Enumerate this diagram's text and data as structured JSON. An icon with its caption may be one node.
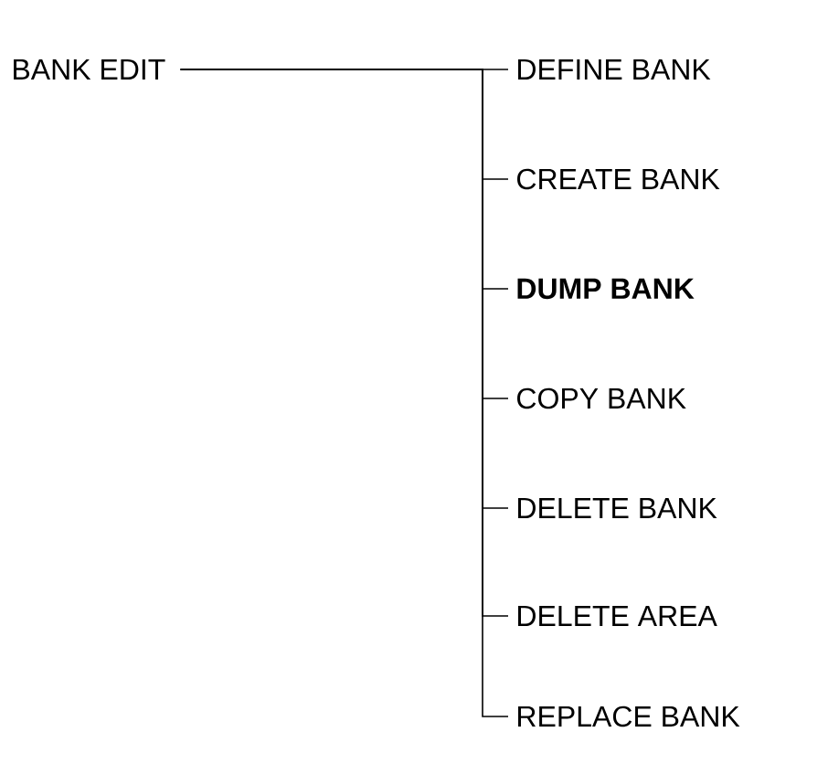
{
  "diagram": {
    "nodes": [
      {
        "text": [
          "BANK EDIT"
        ]
      },
      {
        "text": [
          "DEFINE BANK"
        ]
      },
      {
        "text": [
          "CREATE BANK"
        ]
      },
      {
        "text": [
          "DUMP BANK"
        ]
      },
      {
        "text": [
          "COPY BANK"
        ]
      },
      {
        "text": [
          "DELETE BANK"
        ]
      },
      {
        "text": [
          "DELETE AREA"
        ]
      },
      {
        "text": [
          "REPLACE BANK"
        ]
      }
    ],
    "edges": [
      {
        "from": 0,
        "to": 1,
        "arrow": "none"
      },
      {
        "from": 0,
        "to": 2,
        "arrow": "none"
      },
      {
        "from": 0,
        "to": 3,
        "arrow": "none"
      },
      {
        "from": 0,
        "to": 4,
        "arrow": "none"
      },
      {
        "from": 0,
        "to": 5,
        "arrow": "none"
      },
      {
        "from": 0,
        "to": 6,
        "arrow": "none"
      },
      {
        "from": 0,
        "to": 7,
        "arrow": "none"
      }
    ]
  }
}
